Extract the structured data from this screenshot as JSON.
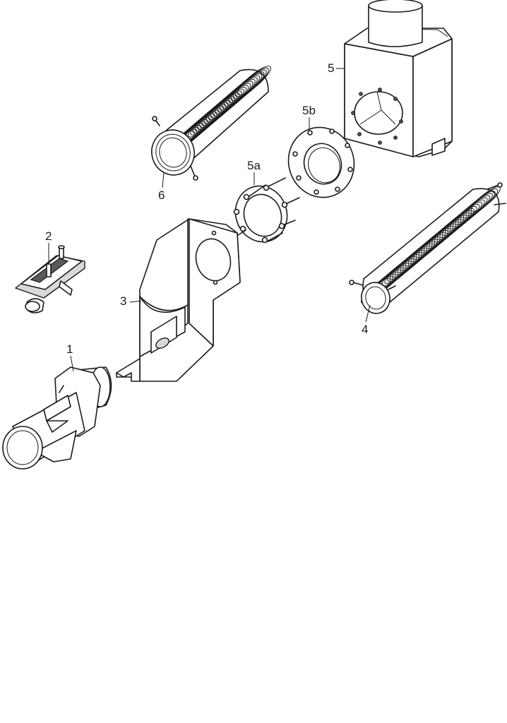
{
  "labels": {
    "part_1": "1",
    "part_2": "2",
    "part_3": "3",
    "part_4": "4",
    "part_5": "5",
    "part_5a": "5a",
    "part_5b": "5b",
    "part_6": "6"
  }
}
